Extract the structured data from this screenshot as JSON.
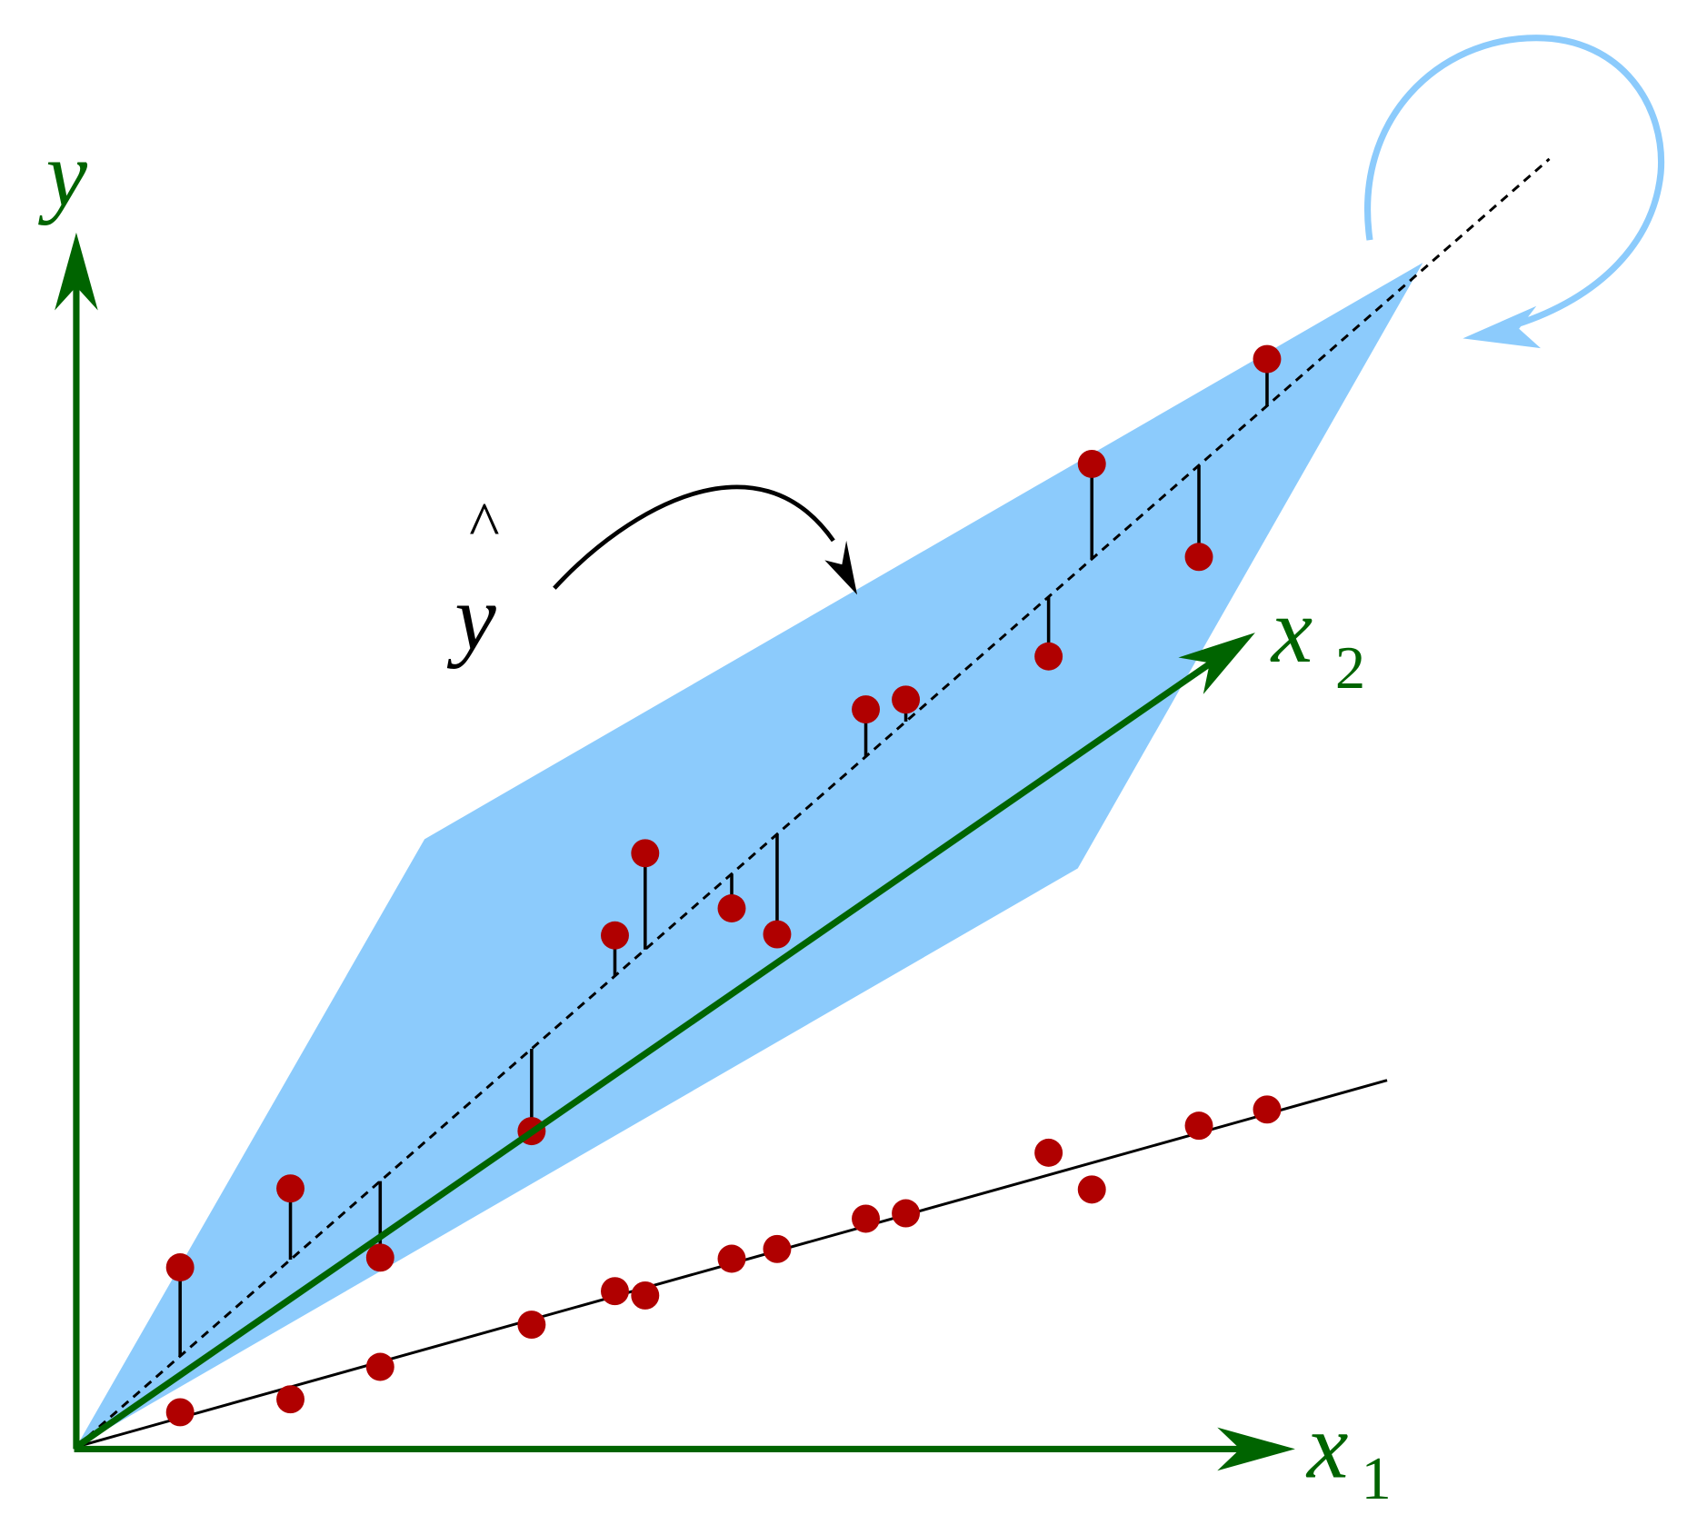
{
  "labels": {
    "y_axis": "y",
    "x1_axis": "x",
    "x1_sub": "1",
    "x2_axis": "x",
    "x2_sub": "2",
    "yhat": "y",
    "yhat_hat": "^"
  },
  "colors": {
    "axis": "#006400",
    "plane": "#8ccbfc",
    "point": "#b00000",
    "rotate_arrow": "#8ccbfc"
  }
}
